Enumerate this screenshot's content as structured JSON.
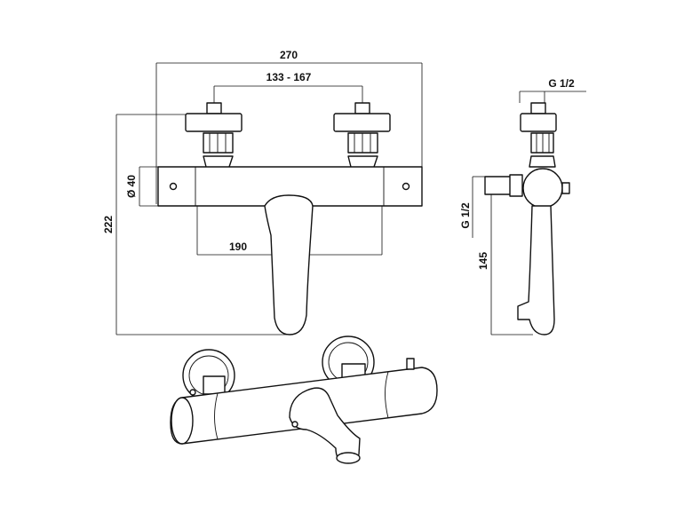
{
  "drawing": {
    "dimensions": {
      "overall_width": "270",
      "inlet_spacing": "133 - 167",
      "body_diameter": "Ø 40",
      "overall_height": "222",
      "body_length": "190",
      "side_thread_top": "G 1/2",
      "side_thread_outlet": "G 1/2",
      "spout_drop": "145"
    },
    "colors": {
      "line": "#111111",
      "background": "#ffffff"
    }
  }
}
